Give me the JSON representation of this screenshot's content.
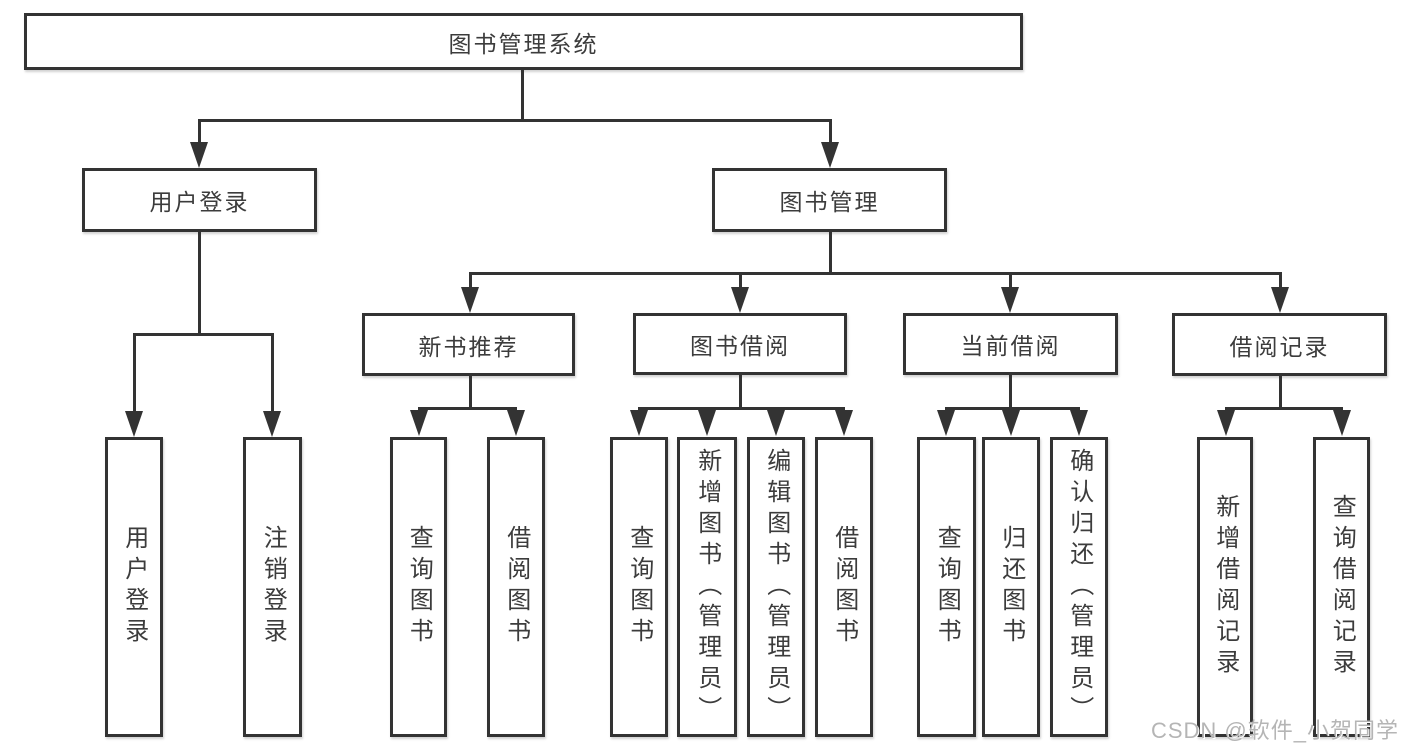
{
  "diagram": {
    "root": {
      "label": "图书管理系统"
    },
    "branches": [
      {
        "label": "用户登录",
        "leaves": [
          "用户登录",
          "注销登录"
        ]
      },
      {
        "label": "图书管理",
        "groups": [
          {
            "label": "新书推荐",
            "leaves": [
              "查询图书",
              "借阅图书"
            ]
          },
          {
            "label": "图书借阅",
            "leaves": [
              "查询图书",
              "新增图书（管理员）",
              "编辑图书（管理员）",
              "借阅图书"
            ]
          },
          {
            "label": "当前借阅",
            "leaves": [
              "查询图书",
              "归还图书",
              "确认归还（管理员）"
            ]
          },
          {
            "label": "借阅记录",
            "leaves": [
              "新增借阅记录",
              "查询借阅记录"
            ]
          }
        ]
      }
    ]
  },
  "watermark": "CSDN @软件_小贺同学",
  "colors": {
    "line": "#333333",
    "text": "#3c3c3c",
    "watermark": "#b5b5b5",
    "background": "#ffffff"
  }
}
